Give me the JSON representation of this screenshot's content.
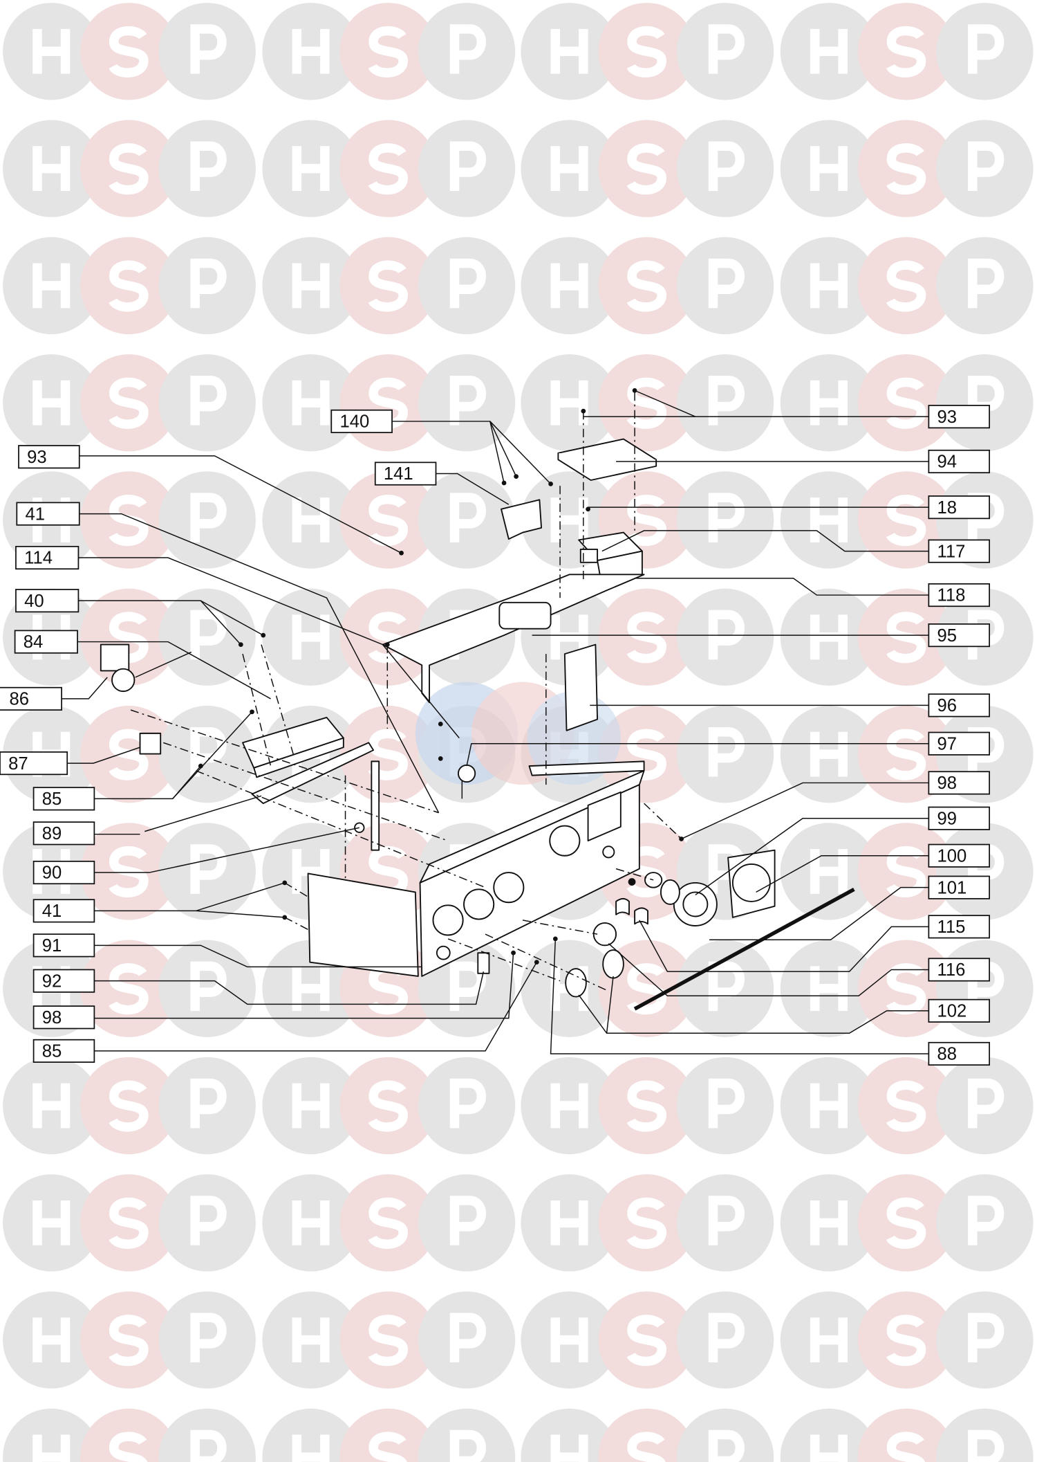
{
  "watermark": {
    "letters": [
      "H",
      "S",
      "P"
    ],
    "colors": {
      "circle_grey": "#e4e4e4",
      "circle_pink": "#f2dcdc",
      "center_blue": "#c9d8ee",
      "center_red": "#efc9c9"
    }
  },
  "callouts": {
    "top": [
      "140",
      "141"
    ],
    "left": [
      "93",
      "41",
      "114",
      "40",
      "84",
      "86",
      "87",
      "85",
      "89",
      "90",
      "41",
      "91",
      "92",
      "98",
      "85"
    ],
    "right": [
      "93",
      "94",
      "18",
      "117",
      "118",
      "95",
      "96",
      "97",
      "98",
      "99",
      "100",
      "101",
      "115",
      "116",
      "102",
      "88"
    ]
  }
}
